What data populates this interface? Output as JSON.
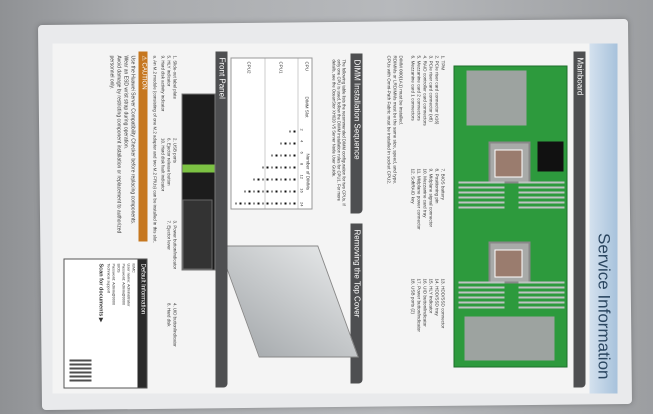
{
  "title": "Service Information",
  "mainboard": {
    "heading": "Mainboard",
    "items_col1": [
      "1. TPM",
      "2. PCIe riser card connector (x16)",
      "3. PCIe riser card connector (x8)",
      "4. RAID controller card connectors",
      "5. Mezzanine card 2 connectors",
      "6. Mezzanine card 1 connectors"
    ],
    "items_col2": [
      "7. BIOS battery",
      "8. Positioning pin",
      "9. Midplane signal connector",
      "10. Mezzanine card tray",
      "11. Midplane power connector",
      "12. SoftRAID key"
    ],
    "items_col3": [
      "13. HDD/SSD connector",
      "14. HDD/SSD tray",
      "15. HLY indicator",
      "16. UID button/indicator",
      "17. Power button/indicator",
      "18. USB ports (2)"
    ],
    "notes": [
      "DIMM 000(1A1) must be installed.",
      "RDIMMs or LRDIMMs must be the same size, speed, and type.",
      "CPUs with Omni-Path Fabric must be installed in socket CPU2."
    ]
  },
  "dimm": {
    "heading": "DIMM Installation Sequence",
    "intro": "The following table lists the recommended DIMM configuration for two CPUs. If only one CPU is used, follow the DIMM installation rules for CPU1. For more details, see the OceanStor XH620 V5 Server Node User Guide.",
    "col_cpu": "CPU",
    "col_slot": "DIMM Slot",
    "col_count": "Number of DIMMs",
    "counts": [
      "2",
      "4",
      "6",
      "8",
      "12",
      "16",
      "24"
    ],
    "rows": [
      "CPU1",
      "CPU2"
    ]
  },
  "cover": {
    "heading": "Removing the Top Cover"
  },
  "front_panel": {
    "heading": "Front Panel",
    "items": [
      "1. Slide-out label plate",
      "2. USB ports",
      "3. Power button/indicator",
      "4. UID button/indicator",
      "5. HLY indicator",
      "6. Ejector release button",
      "7. Ejector lever",
      "8. Hard disk",
      "9. Hard disk activity indicator",
      "10. Hard disk fault indicator"
    ],
    "note": "a. An M.2 module (consisting of one M.2 adapter and two M.2 FRUs) can be installed in this slot."
  },
  "caution": {
    "heading": "CAUTION",
    "items": [
      "Use the Huawei Server Compatibility Checker before replacing components.",
      "Wear an ESD wrist strap during operation.",
      "Avoid damage by restricting component installation or replacement to authorized personnel only."
    ]
  },
  "default_info": {
    "heading": "Default Information",
    "lines": [
      "iBMC",
      "User name: Administrator",
      "Password: Admin@9000",
      "BIOS",
      "Password: Admin@9000",
      "Technical support"
    ],
    "scan": "Scan for documents ▶"
  }
}
